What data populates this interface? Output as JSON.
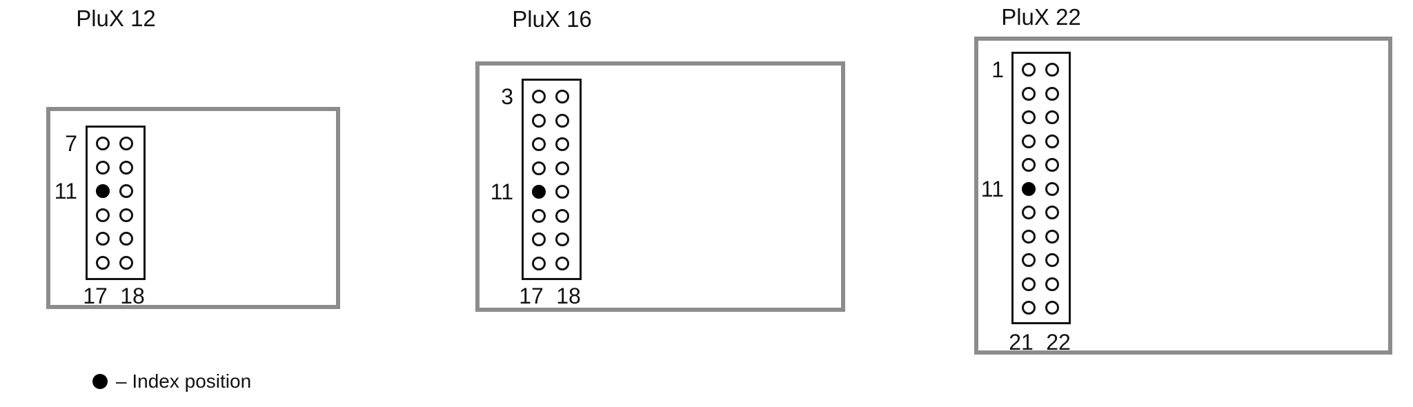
{
  "figure_type": "connector-pinout-diagram",
  "colors": {
    "frame_gray": "#8c8c8c",
    "ink_black": "#121212",
    "background": "#ffffff"
  },
  "legend": {
    "symbol": "index-dot",
    "text": "– Index position"
  },
  "connectors": [
    {
      "title": "PluX 12",
      "pin_rows": 6,
      "pin_columns": 2,
      "index_row": 3,
      "index_column": 1,
      "index_pin_number": "11",
      "row_labels": [
        {
          "text": "7",
          "row": 1
        },
        {
          "text": "11",
          "row": 3
        }
      ],
      "bottom_labels": [
        "17",
        "18"
      ]
    },
    {
      "title": "PluX 16",
      "pin_rows": 8,
      "pin_columns": 2,
      "index_row": 5,
      "index_column": 1,
      "index_pin_number": "11",
      "row_labels": [
        {
          "text": "3",
          "row": 1
        },
        {
          "text": "11",
          "row": 5
        }
      ],
      "bottom_labels": [
        "17",
        "18"
      ]
    },
    {
      "title": "PluX 22",
      "pin_rows": 11,
      "pin_columns": 2,
      "index_row": 6,
      "index_column": 1,
      "index_pin_number": "11",
      "row_labels": [
        {
          "text": "1",
          "row": 1
        },
        {
          "text": "11",
          "row": 6
        }
      ],
      "bottom_labels": [
        "21",
        "22"
      ]
    }
  ]
}
